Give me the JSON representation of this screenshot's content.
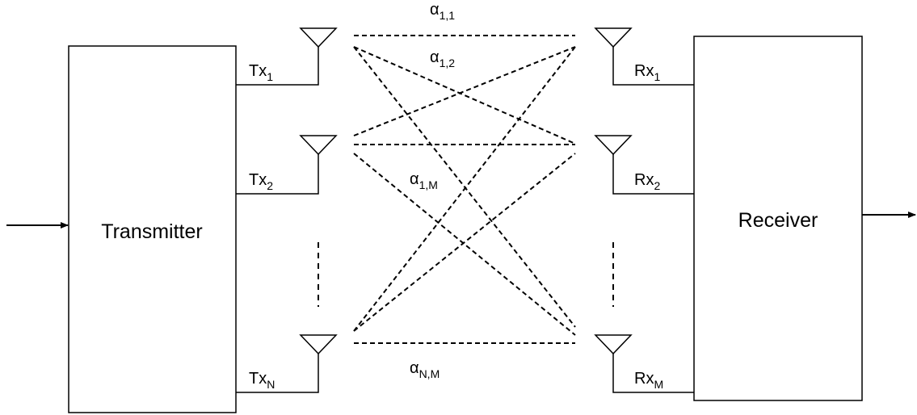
{
  "blocks": {
    "transmitter": "Transmitter",
    "receiver": "Receiver"
  },
  "tx_ports": [
    {
      "base": "Tx",
      "sub": "1"
    },
    {
      "base": "Tx",
      "sub": "2"
    },
    {
      "base": "Tx",
      "sub": "N"
    }
  ],
  "rx_ports": [
    {
      "base": "Rx",
      "sub": "1"
    },
    {
      "base": "Rx",
      "sub": "2"
    },
    {
      "base": "Rx",
      "sub": "M"
    }
  ],
  "channel_labels": [
    {
      "base": "α",
      "sub": "1,1"
    },
    {
      "base": "α",
      "sub": "1,2"
    },
    {
      "base": "α",
      "sub": "1,M"
    },
    {
      "base": "α",
      "sub": "N,M"
    }
  ],
  "colors": {
    "line": "#000000",
    "background": "#ffffff"
  }
}
